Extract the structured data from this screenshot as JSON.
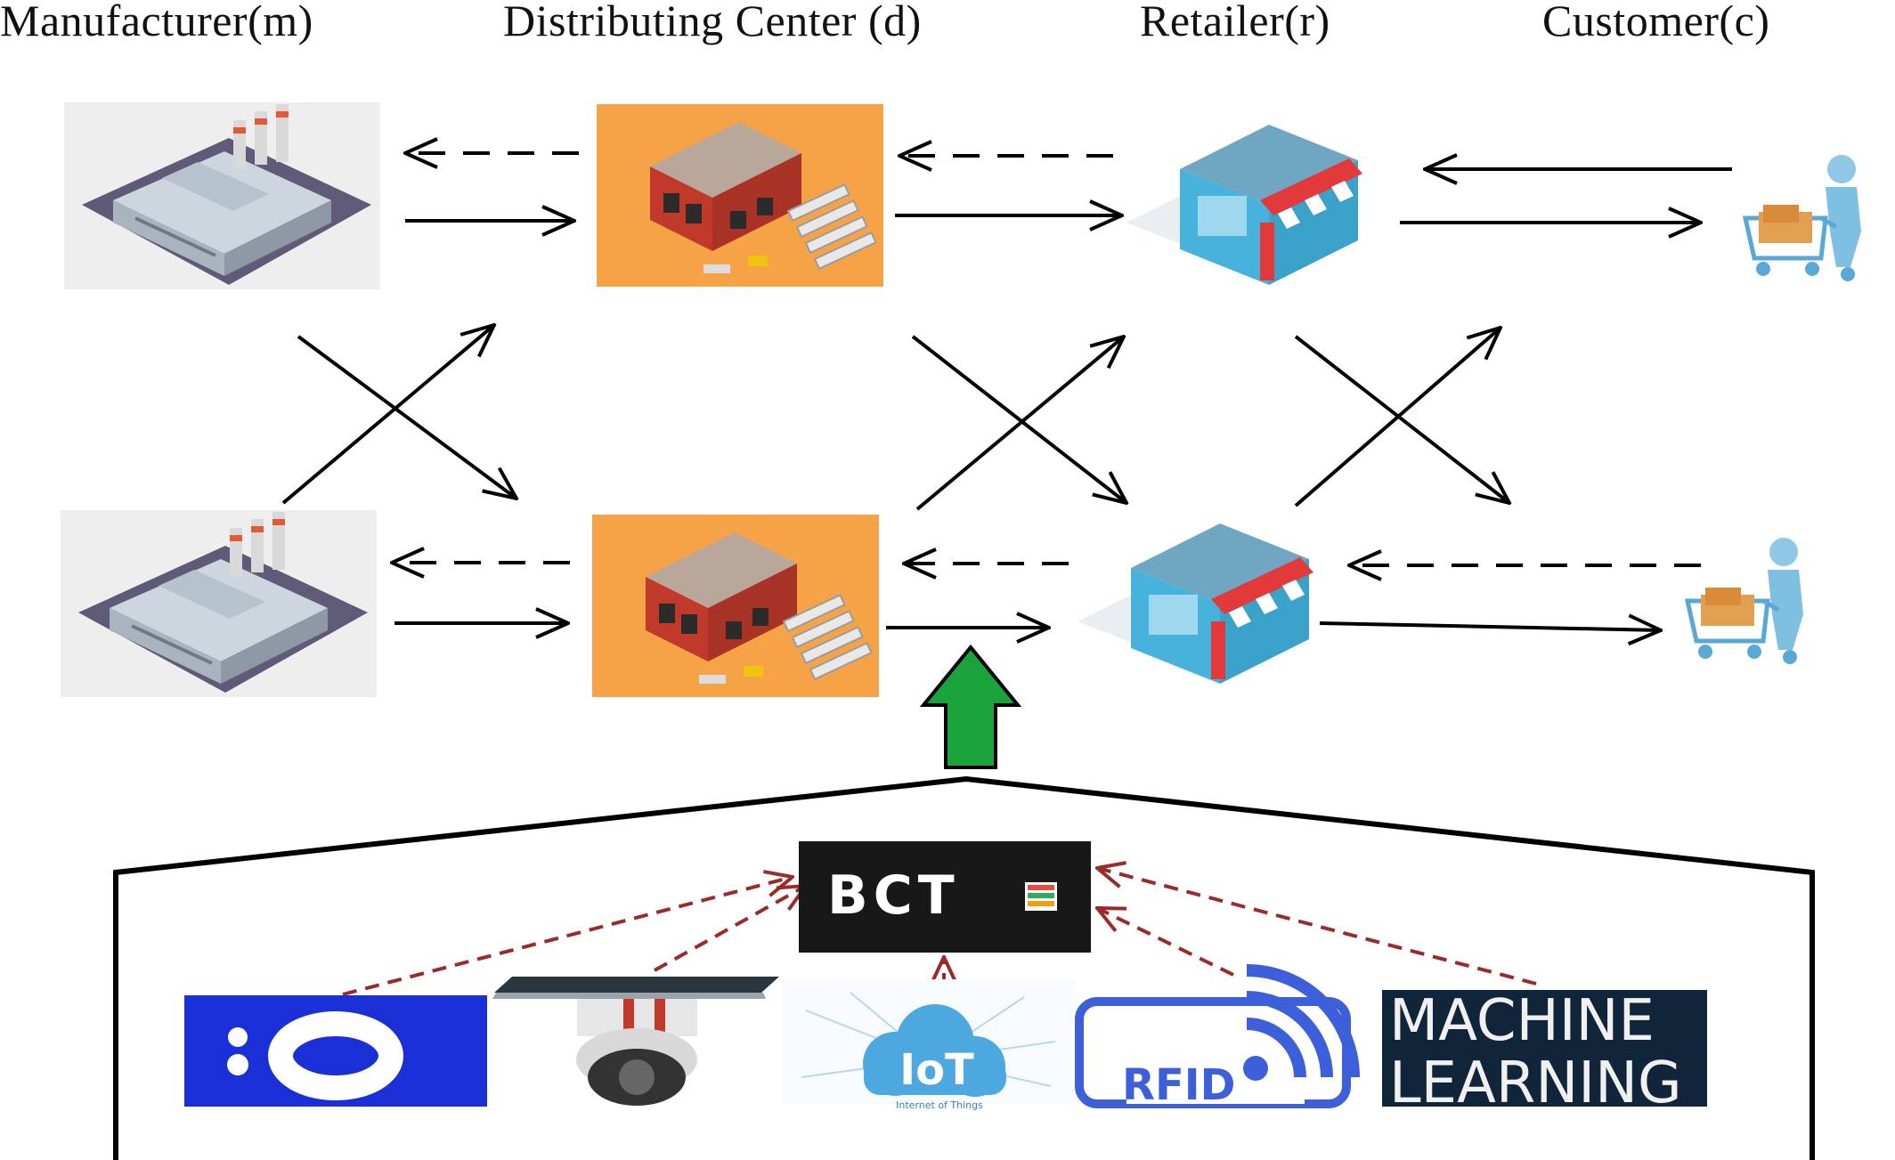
{
  "columns": {
    "manufacturer": "Manufacturer(m)",
    "distributor": "Distributing Center (d)",
    "retailer": "Retailer(r)",
    "customer": "Customer(c)"
  },
  "technologies": {
    "hub": "BCT",
    "iot": "IoT",
    "iot_caption": "Internet of Things",
    "rfid": "RFID",
    "ml_line1": "MACHINE",
    "ml_line2": "LEARNING"
  },
  "colors": {
    "warehouse_bg": "#f6a347",
    "upload_arrow": "#1aa33a",
    "dashed_tech_arrow": "#9b2a2a",
    "io_brand": "#1a2fd6",
    "ml_bg": "#10253a"
  }
}
